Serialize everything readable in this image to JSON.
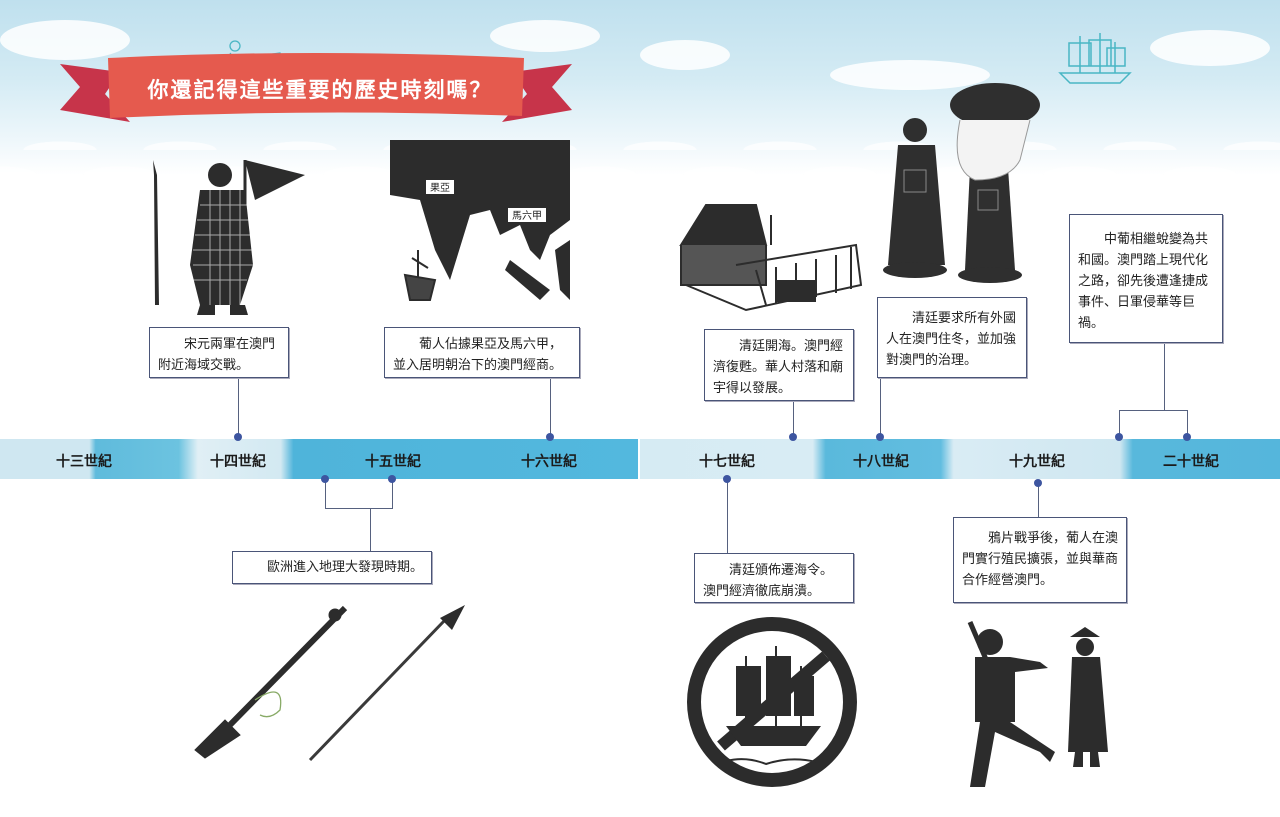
{
  "title": "你還記得這些重要的歷史時刻嗎？",
  "centuries": [
    "十三世紀",
    "十四世紀",
    "十五世紀",
    "十六世紀",
    "十七世紀",
    "十八世紀",
    "十九世紀",
    "二十世紀"
  ],
  "events": [
    {
      "century": "十四世紀",
      "text": "宋元兩軍在澳門附近海域交戰。"
    },
    {
      "century": "十六世紀",
      "text": "葡人佔據果亞及馬六甲，並入居明朝治下的澳門經商。"
    },
    {
      "century": "十五世紀",
      "text": "歐洲進入地理大發現時期。"
    },
    {
      "century": "十七世紀",
      "text": "清廷開海。澳門經濟復甦。華人村落和廟宇得以發展。"
    },
    {
      "century": "十八世紀",
      "text": "清廷要求所有外國人在澳門住冬，並加強對澳門的治理。"
    },
    {
      "century": "二十世紀",
      "text": "中葡相繼蛻變為共和國。澳門踏上現代化之路，卻先後遭逢捷成事件、日軍侵華等巨禍。"
    },
    {
      "century": "十七世紀",
      "text": "清廷頒佈遷海令。澳門經濟徹底崩潰。"
    },
    {
      "century": "十九世紀",
      "text": "鴉片戰爭後，葡人在澳門實行殖民擴張，並與華商合作經營澳門。"
    }
  ],
  "map_labels": [
    "果亞",
    "馬六甲"
  ],
  "colors": {
    "band": "#55b6dc",
    "banner": "#e4574f",
    "dot": "#3d55a0"
  }
}
